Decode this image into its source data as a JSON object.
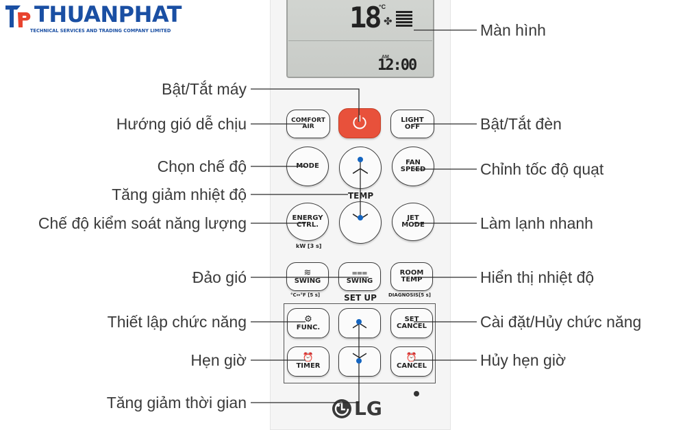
{
  "brand": {
    "name": "THUANPHAT",
    "tagline": "TECHNICAL SERVICES AND TRADING COMPANY LIMITED",
    "color": "#1a4fa3",
    "accent_color": "#e8432e"
  },
  "display": {
    "temperature": "18",
    "unit": "°C",
    "ampm": "AM",
    "time": "12:00"
  },
  "buttons": {
    "comfort_air": [
      "COMFORT",
      "AIR"
    ],
    "power_icon": "⏻",
    "light_off": [
      "LIGHT",
      "OFF"
    ],
    "mode": "MODE",
    "temp_up": "︿",
    "fan_speed": [
      "FAN",
      "SPEED"
    ],
    "temp_label": "TEMP",
    "energy_ctrl": [
      "ENERGY",
      "CTRL."
    ],
    "energy_note": "kW [3 s]",
    "temp_down": "﹀",
    "jet_mode": [
      "JET",
      "MODE"
    ],
    "swing_h": "SWING",
    "swing_h_note": "°C↔°F [5 s]",
    "swing_v": "SWING",
    "room_temp": [
      "ROOM",
      "TEMP"
    ],
    "room_temp_note": "DIAGNOSIS[5 s]",
    "setup_label": "SET UP",
    "func": "FUNC.",
    "func_icon": "gear-icon",
    "time_up": "︿",
    "set_cancel": [
      "SET",
      "CANCEL"
    ],
    "timer": "TIMER",
    "timer_icon": "alarm-clock-icon",
    "time_down": "﹀",
    "cancel": "CANCEL",
    "cancel_icon": "alarm-clock-icon"
  },
  "remote_brand": "LG",
  "callouts": {
    "man_hinh": "Màn hình",
    "bat_tat_may": "Bật/Tắt máy",
    "huong_gio": "Hướng gió dễ chịu",
    "bat_tat_den": "Bật/Tắt đèn",
    "chon_che_do": "Chọn chế độ",
    "chinh_toc_do": "Chỉnh tốc độ quạt",
    "tang_giam_nhiet": "Tăng giảm nhiệt độ",
    "che_do_nang_luong": "Chế độ kiểm soát năng lượng",
    "lam_lanh": "Làm lạnh nhanh",
    "dao_gio": "Đảo gió",
    "hien_thi_nhiet": "Hiển thị nhiệt độ",
    "thiet_lap": "Thiết lập chức năng",
    "cai_dat_huy": "Cài đặt/Hủy chức năng",
    "hen_gio": "Hẹn giờ",
    "huy_hen_gio": "Hủy hẹn giờ",
    "tang_giam_thoi_gian": "Tăng giảm thời gian"
  },
  "colors": {
    "power_button": "#e8513b",
    "callout_line": "#2b2b2b",
    "marker_dot": "#1565c0"
  }
}
